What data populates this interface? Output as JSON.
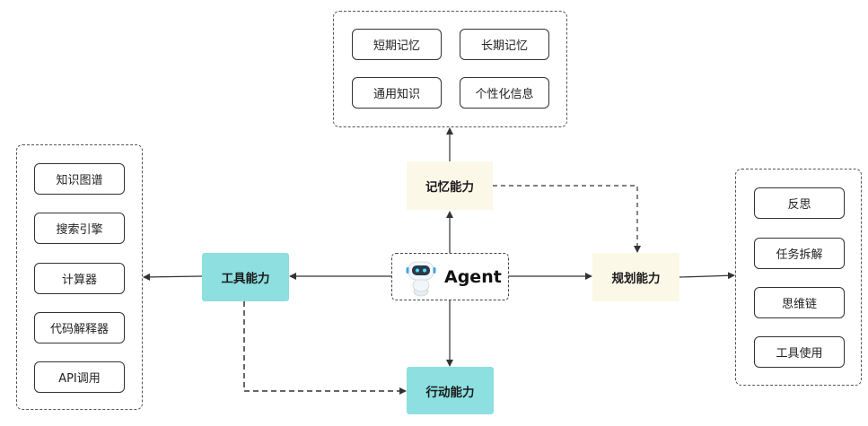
{
  "center": {
    "label": "Agent",
    "icon": "robot-icon"
  },
  "memory_capability": {
    "label": "记忆能力",
    "items": [
      "短期记忆",
      "长期记忆",
      "通用知识",
      "个性化信息"
    ]
  },
  "tool_capability": {
    "label": "工具能力",
    "items": [
      "知识图谱",
      "搜索引擎",
      "计算器",
      "代码解释器",
      "API调用"
    ]
  },
  "planning_capability": {
    "label": "规划能力",
    "items": [
      "反思",
      "任务拆解",
      "思维链",
      "工具使用"
    ]
  },
  "action_capability": {
    "label": "行动能力"
  },
  "colors": {
    "cream": "#fcf8e8",
    "teal": "#8ddfe0",
    "line": "#333333"
  }
}
